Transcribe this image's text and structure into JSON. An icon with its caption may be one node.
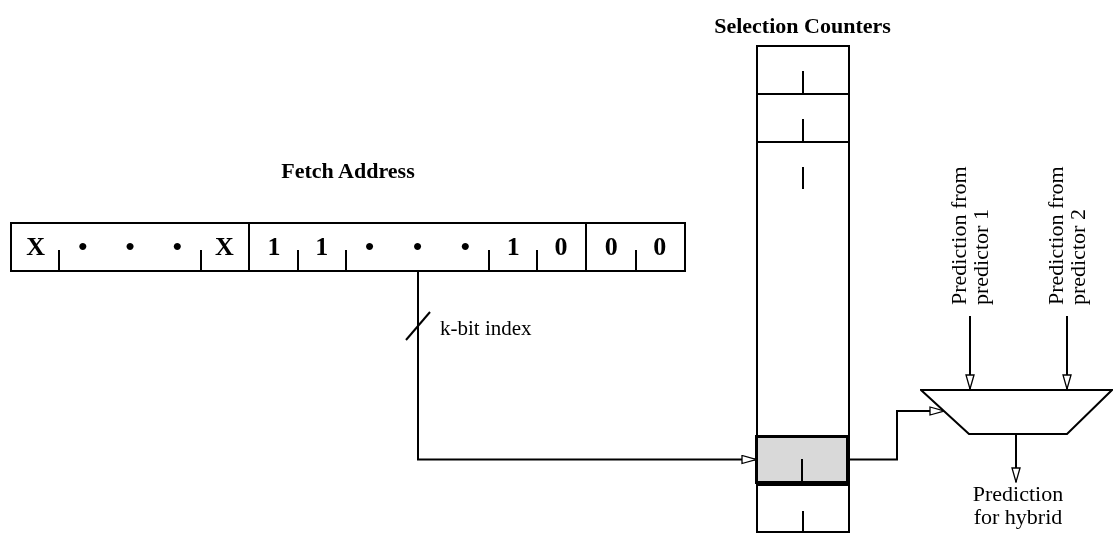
{
  "diagram": {
    "nodes": [
      {
        "text": [
          "Fetch Address"
        ]
      },
      {
        "text": [
          "X",
          "•",
          "•",
          "•",
          "X"
        ],
        "in": 0
      },
      {
        "text": [
          "1",
          "1",
          "•",
          "•",
          "•",
          "1",
          "0"
        ],
        "in": 0
      },
      {
        "text": [
          "0",
          "0"
        ],
        "in": 0
      },
      {
        "text": [
          "Selection Counters"
        ]
      },
      {
        "text": [],
        "shape": "box",
        "in": 4
      },
      {
        "text": [],
        "shape": "box",
        "in": 4
      },
      {
        "text": [],
        "shape": "box",
        "in": 4
      },
      {
        "text": [],
        "shape": "box",
        "in": 4
      },
      {
        "text": [],
        "shape": "box",
        "in": 4
      },
      {
        "text": [],
        "shape": "trapezoid"
      },
      {
        "text": [
          "Prediction from predictor 1"
        ]
      },
      {
        "text": [
          "Prediction from predictor 2"
        ]
      },
      {
        "text": [
          "Prediction for hybrid"
        ]
      }
    ],
    "edges": [
      {
        "from": 2,
        "to": 8,
        "arrow": "to",
        "label": "k-bit index"
      },
      {
        "from": 8,
        "to": 10,
        "arrow": "to"
      },
      {
        "from": 11,
        "to": 10,
        "arrow": "to"
      },
      {
        "from": 12,
        "to": 10,
        "arrow": "to"
      },
      {
        "from": 10,
        "to": 13,
        "arrow": "to"
      }
    ]
  }
}
